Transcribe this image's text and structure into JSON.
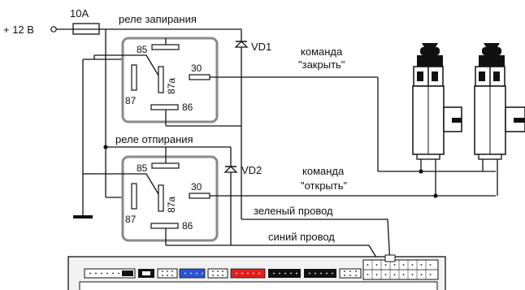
{
  "power": {
    "label": "+ 12 В",
    "fuse": "10А"
  },
  "relays": [
    {
      "title": "реле запирания",
      "pins": {
        "p85": "85",
        "p87": "87",
        "p87a": "87a",
        "p30": "30",
        "p86": "86"
      },
      "diode": "VD1"
    },
    {
      "title": "реле отпирания",
      "pins": {
        "p85": "85",
        "p87": "87",
        "p87a": "87a",
        "p30": "30",
        "p86": "86"
      },
      "diode": "VD2"
    }
  ],
  "commands": {
    "close": [
      "команда",
      "\"закрыть\""
    ],
    "open": [
      "команда",
      "\"открыть\""
    ]
  },
  "wires": {
    "green": "зеленый провод",
    "blue": "синий провод"
  },
  "connector_colors": {
    "blue": "#2b54d6",
    "red": "#e02020",
    "black": "#111111"
  }
}
